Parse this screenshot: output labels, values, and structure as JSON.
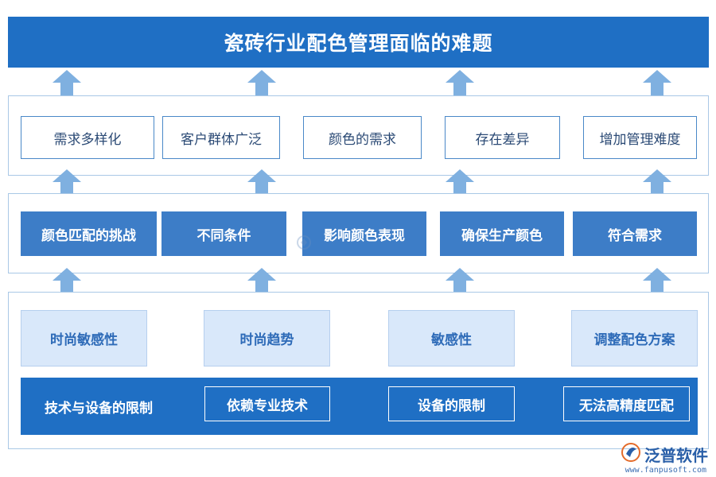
{
  "title": "瓷砖行业配色管理面临的难题",
  "row1": [
    "需求多样化",
    "客户群体广泛",
    "颜色的需求",
    "存在差异",
    "增加管理难度"
  ],
  "row2": [
    "颜色匹配的挑战",
    "不同条件",
    "影响颜色表现",
    "确保生产颜色",
    "符合需求"
  ],
  "row3": [
    "时尚敏感性",
    "时尚趋势",
    "敏感性",
    "调整配色方案"
  ],
  "row4": {
    "label": "技术与设备的限制",
    "items": [
      "依赖专业技术",
      "设备的限制",
      "无法高精度匹配"
    ]
  },
  "logo": {
    "name": "泛普软件",
    "url": "www.fanpusoft.com"
  },
  "colors": {
    "primary": "#1f6fc4",
    "mid": "#3d7dc7",
    "light": "#d9e8fa",
    "arrow": "#7fb0e0"
  }
}
